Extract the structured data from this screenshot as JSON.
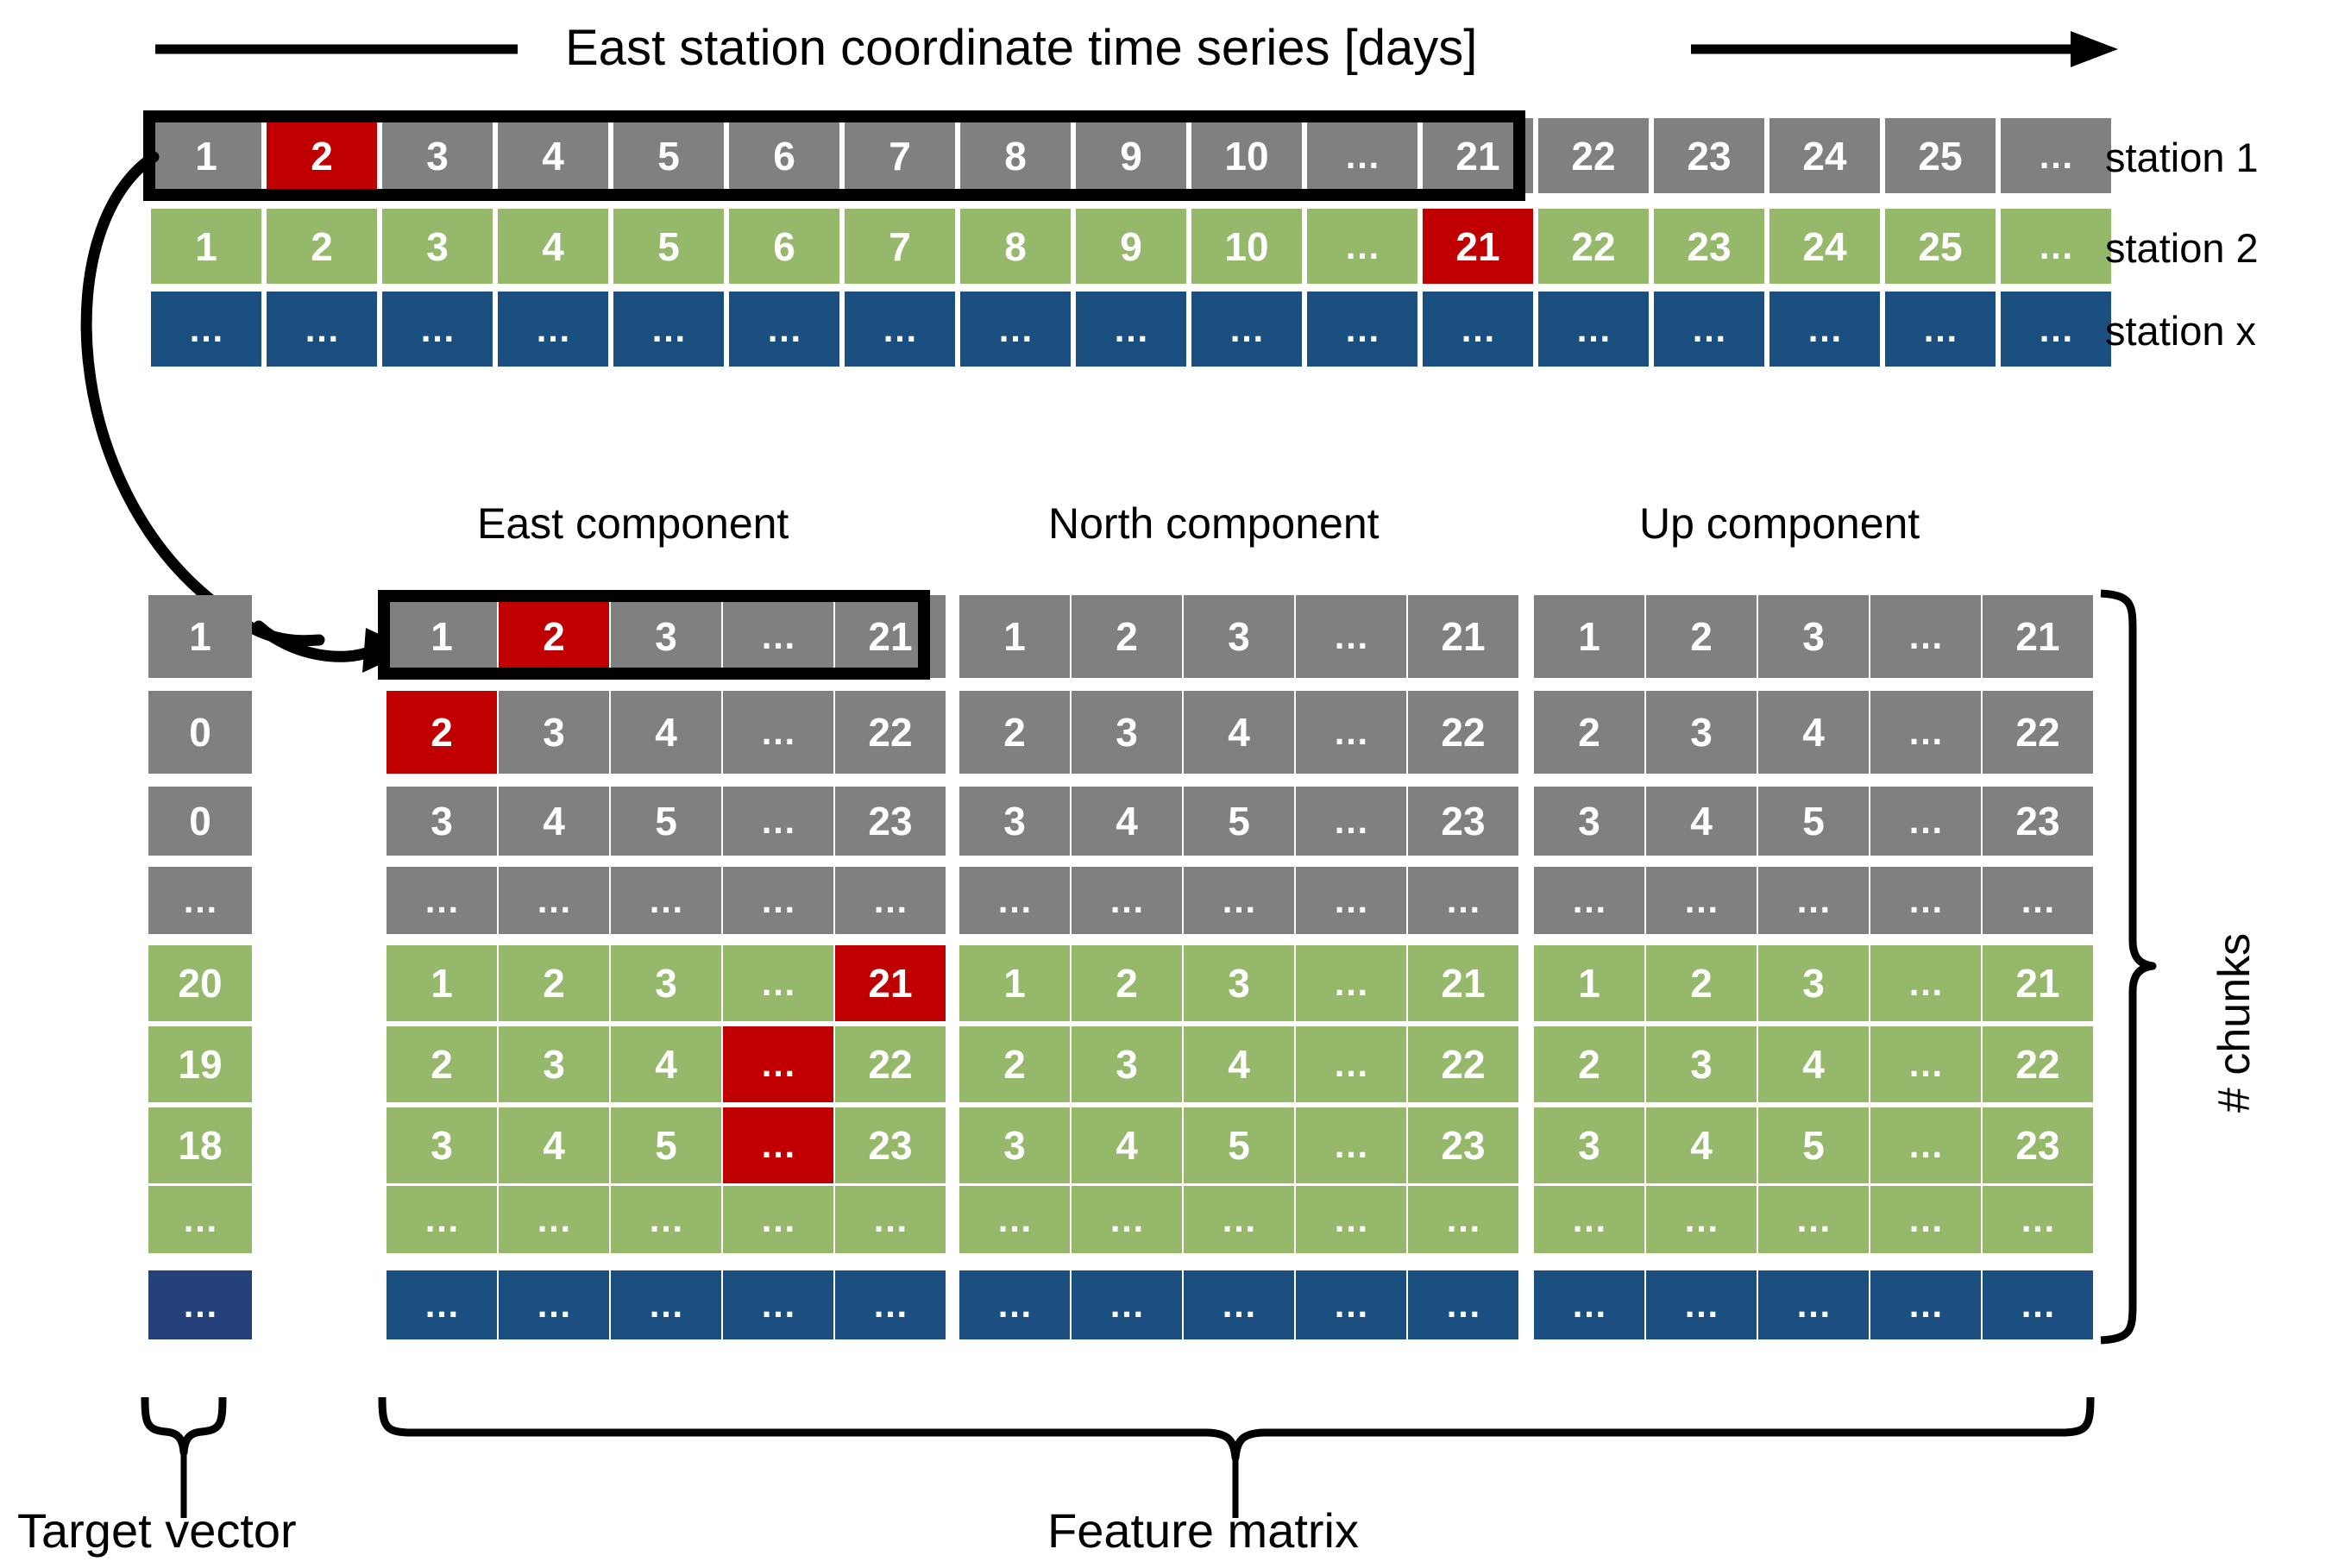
{
  "header": {
    "title": "East station coordinate time series [days]",
    "arrow_left_icon": "line-segment",
    "arrow_right_icon": "arrow-right-icon"
  },
  "timeseries": {
    "row_labels": [
      "station 1",
      "station 2",
      "station x"
    ],
    "rows": [
      {
        "station": "station 1",
        "color": "#808080",
        "cells": [
          "1",
          "2",
          "3",
          "4",
          "5",
          "6",
          "7",
          "8",
          "9",
          "10",
          "…",
          "21",
          "22",
          "23",
          "24",
          "25",
          "…"
        ],
        "highlight_red_index": 1,
        "selection_box": {
          "from_index": 0,
          "to_index": 11
        }
      },
      {
        "station": "station 2",
        "color": "#95B86A",
        "cells": [
          "1",
          "2",
          "3",
          "4",
          "5",
          "6",
          "7",
          "8",
          "9",
          "10",
          "…",
          "21",
          "22",
          "23",
          "24",
          "25",
          "…"
        ],
        "highlight_red_index": 11,
        "selection_box": null
      },
      {
        "station": "station x",
        "color": "#1B4F80",
        "cells": [
          "…",
          "…",
          "…",
          "…",
          "…",
          "…",
          "…",
          "…",
          "…",
          "…",
          "…",
          "…",
          "…",
          "…",
          "…",
          "…",
          "…"
        ],
        "highlight_red_index": null,
        "selection_box": null
      }
    ]
  },
  "components": {
    "titles": [
      "East component",
      "North component",
      "Up component"
    ]
  },
  "target_vector": {
    "caption": "Target vector",
    "rows": [
      {
        "value": "1",
        "color": "#808080"
      },
      {
        "value": "0",
        "color": "#808080"
      },
      {
        "value": "0",
        "color": "#808080"
      },
      {
        "value": "…",
        "color": "#808080"
      },
      {
        "value": "20",
        "color": "#95B86A"
      },
      {
        "value": "19",
        "color": "#95B86A"
      },
      {
        "value": "18",
        "color": "#95B86A"
      },
      {
        "value": "…",
        "color": "#95B86A"
      },
      {
        "value": "…",
        "color": "#25417A"
      }
    ]
  },
  "feature_matrix": {
    "caption": "Feature matrix",
    "chunks_label": "# chunks",
    "column_headers_note": "5 columns per component",
    "east": {
      "rows": [
        {
          "color": "#808080",
          "cells": [
            "1",
            "2",
            "3",
            "…",
            "21"
          ],
          "red_cells": [
            1
          ]
        },
        {
          "color": "#808080",
          "cells": [
            "2",
            "3",
            "4",
            "…",
            "22"
          ],
          "red_cells": [
            0
          ]
        },
        {
          "color": "#808080",
          "cells": [
            "3",
            "4",
            "5",
            "…",
            "23"
          ],
          "red_cells": []
        },
        {
          "color": "#808080",
          "cells": [
            "…",
            "…",
            "…",
            "…",
            "…"
          ],
          "red_cells": []
        },
        {
          "color": "#95B86A",
          "cells": [
            "1",
            "2",
            "3",
            "…",
            "21"
          ],
          "red_cells": [
            4
          ]
        },
        {
          "color": "#95B86A",
          "cells": [
            "2",
            "3",
            "4",
            "…",
            "22"
          ],
          "red_cells": [
            3
          ]
        },
        {
          "color": "#95B86A",
          "cells": [
            "3",
            "4",
            "5",
            "…",
            "23"
          ],
          "red_cells": [
            3
          ]
        },
        {
          "color": "#95B86A",
          "cells": [
            "…",
            "…",
            "…",
            "…",
            "…"
          ],
          "red_cells": []
        },
        {
          "color": "#1B4F80",
          "cells": [
            "…",
            "…",
            "…",
            "…",
            "…"
          ],
          "red_cells": []
        }
      ],
      "selection_box_row": 0
    },
    "north": {
      "rows": [
        {
          "color": "#808080",
          "cells": [
            "1",
            "2",
            "3",
            "…",
            "21"
          ]
        },
        {
          "color": "#808080",
          "cells": [
            "2",
            "3",
            "4",
            "…",
            "22"
          ]
        },
        {
          "color": "#808080",
          "cells": [
            "3",
            "4",
            "5",
            "…",
            "23"
          ]
        },
        {
          "color": "#808080",
          "cells": [
            "…",
            "…",
            "…",
            "…",
            "…"
          ]
        },
        {
          "color": "#95B86A",
          "cells": [
            "1",
            "2",
            "3",
            "…",
            "21"
          ]
        },
        {
          "color": "#95B86A",
          "cells": [
            "2",
            "3",
            "4",
            "…",
            "22"
          ]
        },
        {
          "color": "#95B86A",
          "cells": [
            "3",
            "4",
            "5",
            "…",
            "23"
          ]
        },
        {
          "color": "#95B86A",
          "cells": [
            "…",
            "…",
            "…",
            "…",
            "…"
          ]
        },
        {
          "color": "#1B4F80",
          "cells": [
            "…",
            "…",
            "…",
            "…",
            "…"
          ]
        }
      ]
    },
    "up": {
      "rows": [
        {
          "color": "#808080",
          "cells": [
            "1",
            "2",
            "3",
            "…",
            "21"
          ]
        },
        {
          "color": "#808080",
          "cells": [
            "2",
            "3",
            "4",
            "…",
            "22"
          ]
        },
        {
          "color": "#808080",
          "cells": [
            "3",
            "4",
            "5",
            "…",
            "23"
          ]
        },
        {
          "color": "#808080",
          "cells": [
            "…",
            "…",
            "…",
            "…",
            "…"
          ]
        },
        {
          "color": "#95B86A",
          "cells": [
            "1",
            "2",
            "3",
            "…",
            "21"
          ]
        },
        {
          "color": "#95B86A",
          "cells": [
            "2",
            "3",
            "4",
            "…",
            "22"
          ]
        },
        {
          "color": "#95B86A",
          "cells": [
            "3",
            "4",
            "5",
            "…",
            "23"
          ]
        },
        {
          "color": "#95B86A",
          "cells": [
            "…",
            "…",
            "…",
            "…",
            "…"
          ]
        },
        {
          "color": "#1B4F80",
          "cells": [
            "…",
            "…",
            "…",
            "…",
            "…"
          ]
        }
      ]
    }
  },
  "colors": {
    "gray": "#808080",
    "green": "#95B86A",
    "blue": "#1B4F80",
    "navy": "#25417A",
    "red": "#C00000",
    "outline": "#000000",
    "background": "#FFFFFF"
  }
}
